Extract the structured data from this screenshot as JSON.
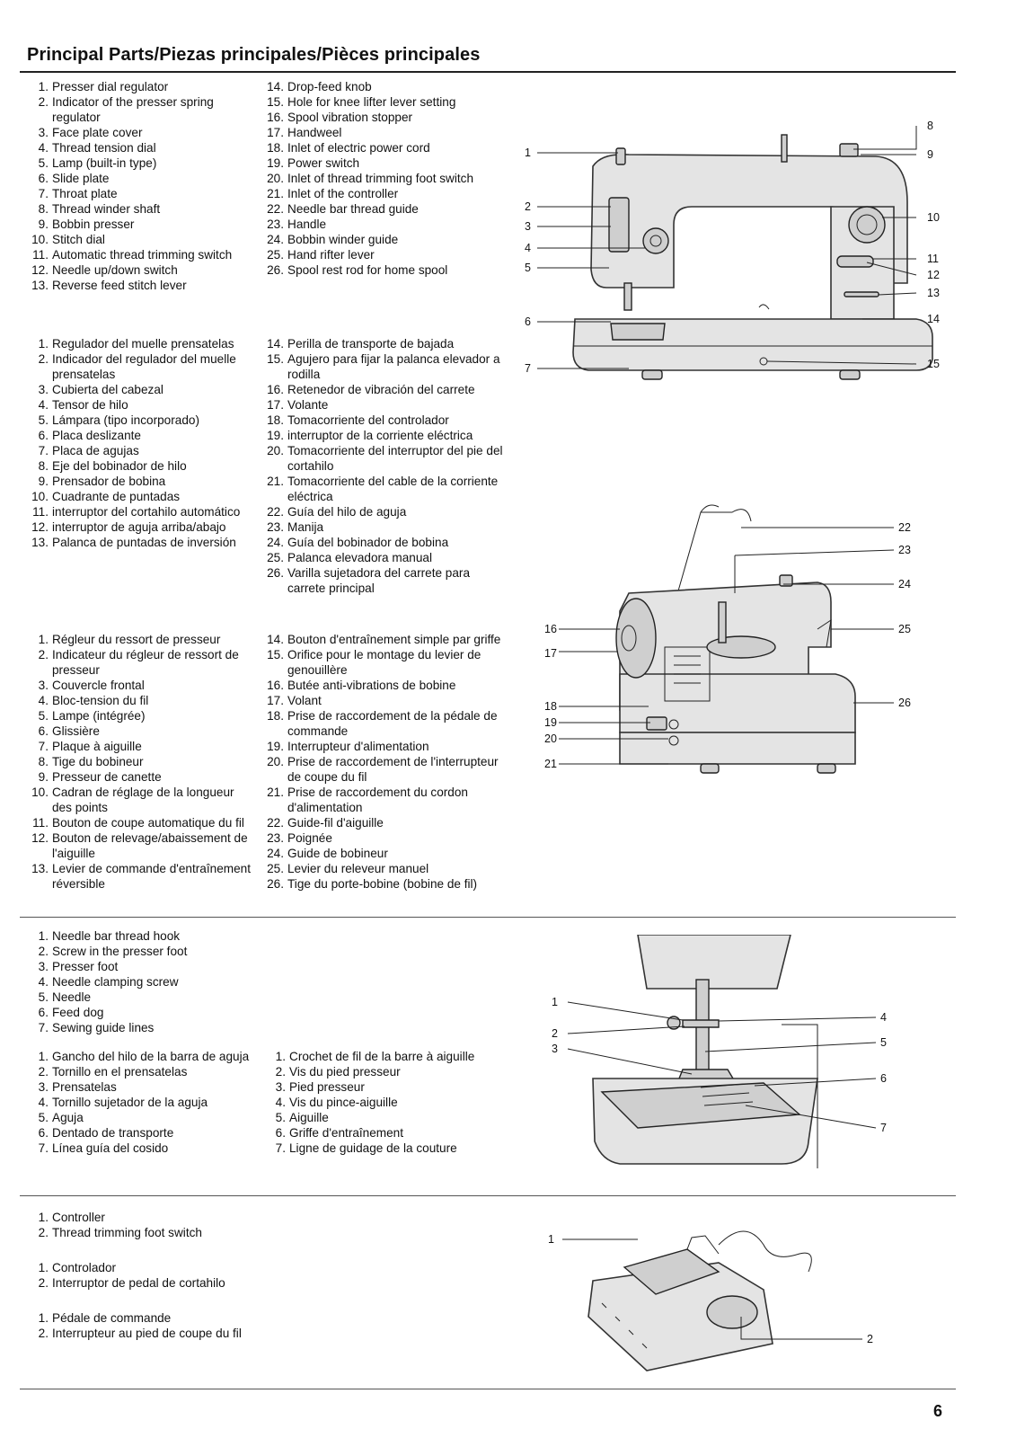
{
  "title": "Principal Parts/Piezas principales/Pièces principales",
  "page_number": "6",
  "machine_parts": {
    "english_col1": [
      {
        "n": "1.",
        "t": "Presser dial regulator"
      },
      {
        "n": "2.",
        "t": "Indicator of the presser spring regulator"
      },
      {
        "n": "3.",
        "t": "Face plate cover"
      },
      {
        "n": "4.",
        "t": "Thread tension dial"
      },
      {
        "n": "5.",
        "t": "Lamp (built-in type)"
      },
      {
        "n": "6.",
        "t": "Slide plate"
      },
      {
        "n": "7.",
        "t": "Throat plate"
      },
      {
        "n": "8.",
        "t": "Thread winder shaft"
      },
      {
        "n": "9.",
        "t": "Bobbin presser"
      },
      {
        "n": "10.",
        "t": "Stitch dial"
      },
      {
        "n": "11.",
        "t": "Automatic thread trimming switch"
      },
      {
        "n": "12.",
        "t": "Needle up/down switch"
      },
      {
        "n": "13.",
        "t": "Reverse feed stitch lever"
      }
    ],
    "english_col2": [
      {
        "n": "14.",
        "t": "Drop-feed knob"
      },
      {
        "n": "15.",
        "t": "Hole for knee lifter lever setting"
      },
      {
        "n": "16.",
        "t": "Spool vibration stopper"
      },
      {
        "n": "17.",
        "t": "Handweel"
      },
      {
        "n": "18.",
        "t": "Inlet of electric power cord"
      },
      {
        "n": "19.",
        "t": "Power switch"
      },
      {
        "n": "20.",
        "t": "Inlet of thread trimming foot switch"
      },
      {
        "n": "21.",
        "t": "Inlet of the controller"
      },
      {
        "n": "22.",
        "t": "Needle bar thread guide"
      },
      {
        "n": "23.",
        "t": "Handle"
      },
      {
        "n": "24.",
        "t": "Bobbin winder guide"
      },
      {
        "n": "25.",
        "t": "Hand rifter lever"
      },
      {
        "n": "26.",
        "t": "Spool rest rod for home spool"
      }
    ],
    "spanish_col1": [
      {
        "n": "1.",
        "t": "Regulador del muelle prensatelas"
      },
      {
        "n": "2.",
        "t": "Indicador del regulador del muelle prensatelas"
      },
      {
        "n": "3.",
        "t": "Cubierta del cabezal"
      },
      {
        "n": "4.",
        "t": "Tensor de hilo"
      },
      {
        "n": "5.",
        "t": "Lámpara (tipo incorporado)"
      },
      {
        "n": "6.",
        "t": "Placa deslizante"
      },
      {
        "n": "7.",
        "t": "Placa de agujas"
      },
      {
        "n": "8.",
        "t": "Eje del bobinador de hilo"
      },
      {
        "n": "9.",
        "t": "Prensador de bobina"
      },
      {
        "n": "10.",
        "t": "Cuadrante de puntadas"
      },
      {
        "n": "11.",
        "t": "interruptor del cortahilo automático"
      },
      {
        "n": "12.",
        "t": "interruptor de aguja arriba/abajo"
      },
      {
        "n": "13.",
        "t": "Palanca de puntadas de inversión"
      }
    ],
    "spanish_col2": [
      {
        "n": "14.",
        "t": "Perilla de transporte de bajada"
      },
      {
        "n": "15.",
        "t": "Agujero para fijar la palanca elevador a rodilla"
      },
      {
        "n": "16.",
        "t": "Retenedor de vibración del carrete"
      },
      {
        "n": "17.",
        "t": "Volante"
      },
      {
        "n": "18.",
        "t": "Tomacorriente del controlador"
      },
      {
        "n": "19.",
        "t": "interruptor de la corriente eléctrica"
      },
      {
        "n": "20.",
        "t": "Tomacorriente del interruptor del pie del cortahilo"
      },
      {
        "n": "21.",
        "t": "Tomacorriente del cable de la corriente eléctrica"
      },
      {
        "n": "22.",
        "t": "Guía del hilo de aguja"
      },
      {
        "n": "23.",
        "t": "Manija"
      },
      {
        "n": "24.",
        "t": "Guía del bobinador de bobina"
      },
      {
        "n": "25.",
        "t": "Palanca elevadora manual"
      },
      {
        "n": "26.",
        "t": "Varilla sujetadora del carrete para carrete principal"
      }
    ],
    "french_col1": [
      {
        "n": "1.",
        "t": "Régleur du ressort de presseur"
      },
      {
        "n": "2.",
        "t": "Indicateur du régleur de ressort de presseur"
      },
      {
        "n": "3.",
        "t": "Couvercle frontal"
      },
      {
        "n": "4.",
        "t": "Bloc-tension du fil"
      },
      {
        "n": "5.",
        "t": "Lampe (intégrée)"
      },
      {
        "n": "6.",
        "t": "Glissière"
      },
      {
        "n": "7.",
        "t": "Plaque à aiguille"
      },
      {
        "n": "8.",
        "t": "Tige du bobineur"
      },
      {
        "n": "9.",
        "t": "Presseur de canette"
      },
      {
        "n": "10.",
        "t": "Cadran de réglage de la longueur des points"
      },
      {
        "n": "11.",
        "t": "Bouton de coupe automatique du fil"
      },
      {
        "n": "12.",
        "t": "Bouton de relevage/abaissement de l'aiguille"
      },
      {
        "n": "13.",
        "t": "Levier de commande d'entraînement réversible"
      }
    ],
    "french_col2": [
      {
        "n": "14.",
        "t": "Bouton d'entraînement simple par griffe"
      },
      {
        "n": "15.",
        "t": "Orifice pour le montage du levier de genouillère"
      },
      {
        "n": "16.",
        "t": "Butée anti-vibrations de bobine"
      },
      {
        "n": "17.",
        "t": "Volant"
      },
      {
        "n": "18.",
        "t": "Prise de raccordement de la pédale de commande"
      },
      {
        "n": "19.",
        "t": "Interrupteur d'alimentation"
      },
      {
        "n": "20.",
        "t": "Prise de raccordement de l'interrupteur de coupe du fil"
      },
      {
        "n": "21.",
        "t": "Prise de raccordement du cordon d'alimentation"
      },
      {
        "n": "22.",
        "t": "Guide-fil d'aiguille"
      },
      {
        "n": "23.",
        "t": "Poignée"
      },
      {
        "n": "24.",
        "t": "Guide de bobineur"
      },
      {
        "n": "25.",
        "t": "Levier du releveur manuel"
      },
      {
        "n": "26.",
        "t": "Tige du porte-bobine (bobine de fil)"
      }
    ]
  },
  "needle_parts": {
    "english": [
      {
        "n": "1.",
        "t": "Needle bar thread hook"
      },
      {
        "n": "2.",
        "t": "Screw in the presser foot"
      },
      {
        "n": "3.",
        "t": "Presser foot"
      },
      {
        "n": "4.",
        "t": "Needle clamping screw"
      },
      {
        "n": "5.",
        "t": "Needle"
      },
      {
        "n": "6.",
        "t": "Feed dog"
      },
      {
        "n": "7.",
        "t": "Sewing guide lines"
      }
    ],
    "spanish": [
      {
        "n": "1.",
        "t": "Gancho del hilo de la barra de aguja"
      },
      {
        "n": "2.",
        "t": "Tornillo en el prensatelas"
      },
      {
        "n": "3.",
        "t": "Prensatelas"
      },
      {
        "n": "4.",
        "t": "Tornillo sujetador de la aguja"
      },
      {
        "n": "5.",
        "t": "Aguja"
      },
      {
        "n": "6.",
        "t": "Dentado de transporte"
      },
      {
        "n": "7.",
        "t": "Línea guía del cosido"
      }
    ],
    "french": [
      {
        "n": "1.",
        "t": "Crochet de fil de la barre à aiguille"
      },
      {
        "n": "2.",
        "t": "Vis du pied presseur"
      },
      {
        "n": "3.",
        "t": "Pied presseur"
      },
      {
        "n": "4.",
        "t": "Vis du pince-aiguille"
      },
      {
        "n": "5.",
        "t": "Aiguille"
      },
      {
        "n": "6.",
        "t": "Griffe d'entraînement"
      },
      {
        "n": "7.",
        "t": "Ligne de guidage de la couture"
      }
    ]
  },
  "controller_parts": {
    "english": [
      {
        "n": "1.",
        "t": "Controller"
      },
      {
        "n": "2.",
        "t": "Thread trimming foot switch"
      }
    ],
    "spanish": [
      {
        "n": "1.",
        "t": "Controlador"
      },
      {
        "n": "2.",
        "t": "Interruptor de pedal de cortahilo"
      }
    ],
    "french": [
      {
        "n": "1.",
        "t": "Pédale de commande"
      },
      {
        "n": "2.",
        "t": "Interrupteur au pied de coupe du fil"
      }
    ]
  },
  "figures": {
    "front_callouts": [
      "1",
      "2",
      "3",
      "4",
      "5",
      "6",
      "7",
      "8",
      "9",
      "10",
      "11",
      "12",
      "13",
      "14",
      "15"
    ],
    "rear_callouts": [
      "16",
      "17",
      "18",
      "19",
      "20",
      "21",
      "22",
      "23",
      "24",
      "25",
      "26"
    ],
    "needle_callouts": [
      "1",
      "2",
      "3",
      "4",
      "5",
      "6",
      "7"
    ],
    "controller_callouts": [
      "1",
      "2"
    ]
  }
}
